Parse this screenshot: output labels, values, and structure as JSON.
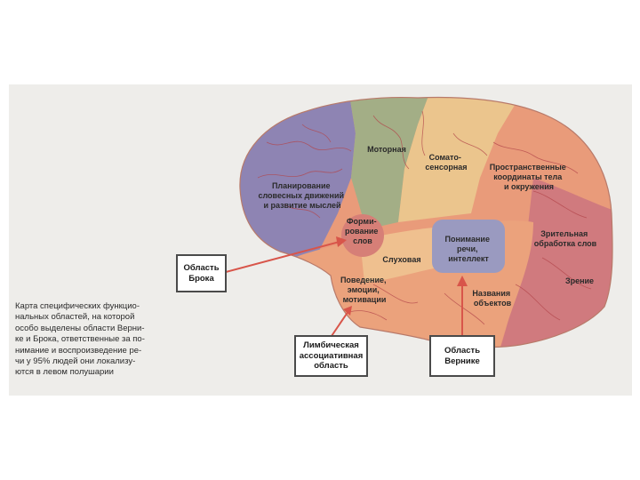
{
  "regions": {
    "motor": "Моторная",
    "somatosensory": [
      "Сомато-",
      "сенсорная"
    ],
    "speech_planning": [
      "Планирование",
      "словесных движений",
      "и развитие мыслей"
    ],
    "spatial": [
      "Пространственные",
      "координаты тела",
      "и окружения"
    ],
    "word_formation": [
      "Форми-",
      "рование",
      "слов"
    ],
    "auditory": "Слуховая",
    "comprehension": [
      "Понимание",
      "речи,",
      "интеллект"
    ],
    "visual_words": [
      "Зрительная",
      "обработка слов"
    ],
    "vision": "Зрение",
    "behavior": [
      "Поведение,",
      "эмоции,",
      "мотивации"
    ],
    "object_names": [
      "Названия",
      "объектов"
    ]
  },
  "callouts": {
    "broca": "Область\nБрока",
    "limbic": "Лимбическая\nассоциативная\nобласть",
    "wernicke": "Область\nВерникe"
  },
  "caption": "Карта специфических функцио-\nнальных областей, на которой\nособо выделены области Верни-\nке и Брока, ответственные за по-\nнимание и воспроизведение ре-\nчи у 95% людей они локализу-\nются в левом полушарии",
  "colors": {
    "panel": "#eeedea",
    "frontal": "#8e84b3",
    "motor": "#a3ae86",
    "somatosensory": "#ebc58d",
    "parietal": "#e99b7a",
    "occipital": "#d07a7e",
    "temporal": "#eba27c",
    "broca_area": "#d67f77",
    "wernicke_area": "#9a9ac0",
    "arrow": "#d8554a"
  }
}
